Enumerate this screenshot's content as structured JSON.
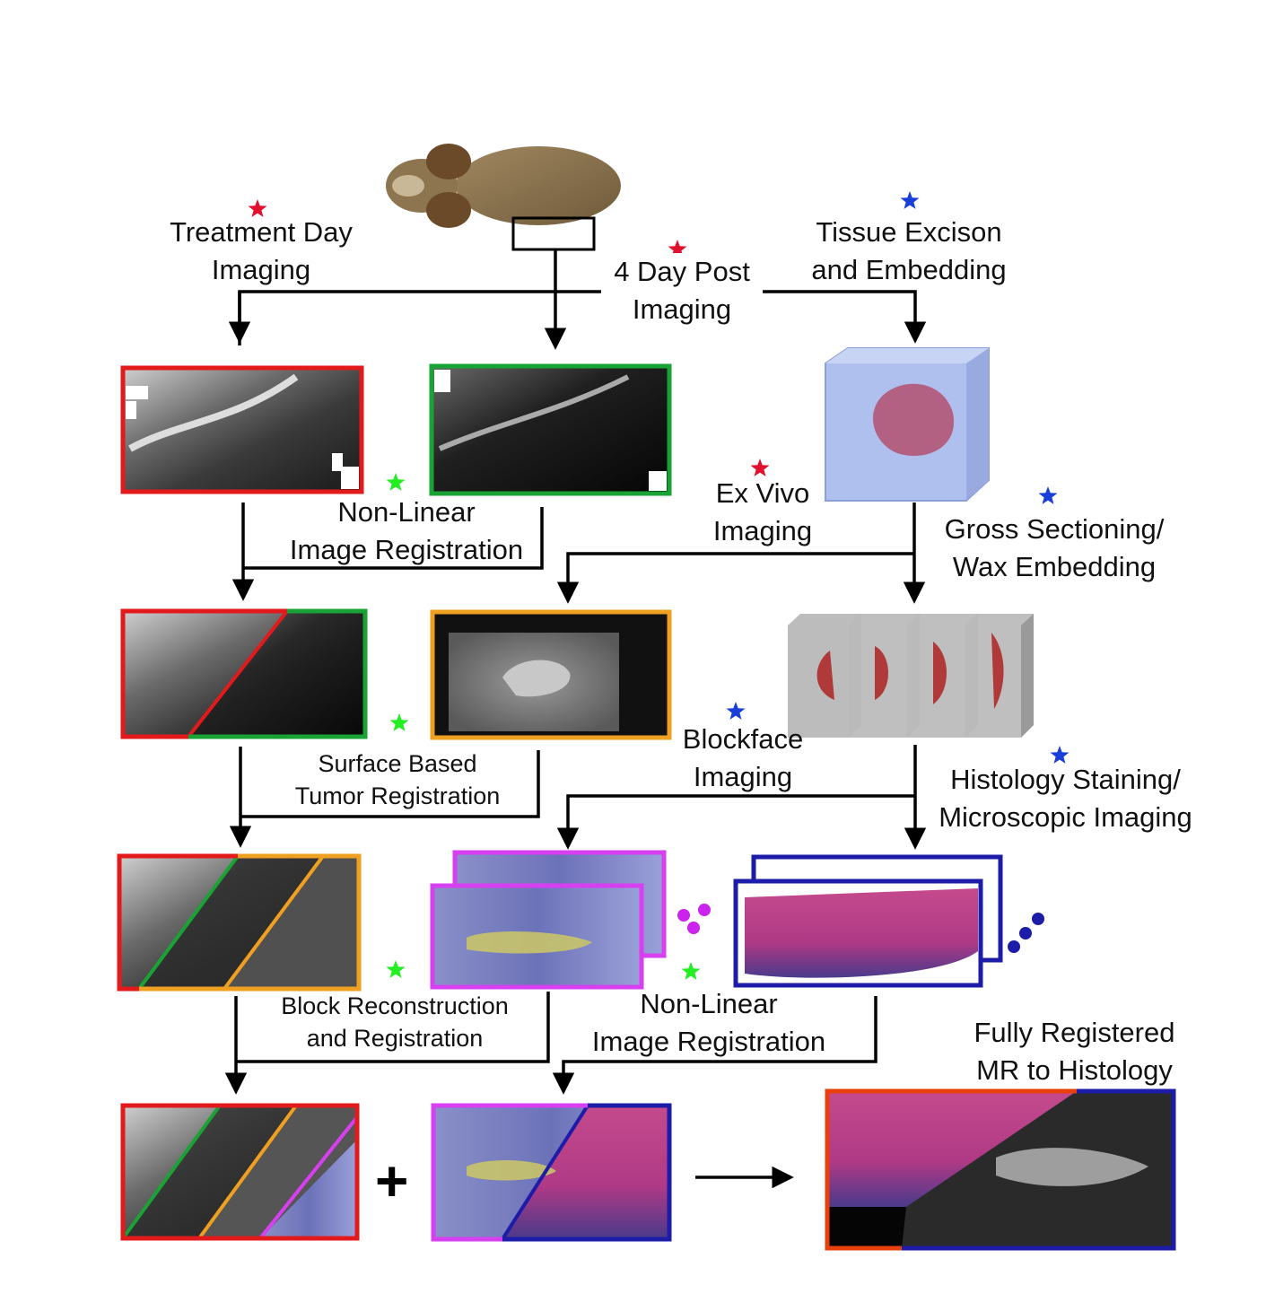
{
  "labels": {
    "treatment_day_imaging": [
      "Treatment Day",
      "Imaging"
    ],
    "four_day_post_imaging": [
      "4 Day Post",
      "Imaging"
    ],
    "tissue_excision": [
      "Tissue Excison",
      "and Embedding"
    ],
    "nonlinear_reg_1": [
      "Non-Linear",
      "Image Registration"
    ],
    "ex_vivo_imaging": [
      "Ex Vivo",
      "Imaging"
    ],
    "gross_sectioning": [
      "Gross Sectioning/",
      "Wax Embedding"
    ],
    "surface_based_reg": [
      "Surface Based",
      "Tumor Registration"
    ],
    "blockface_imaging": [
      "Blockface",
      "Imaging"
    ],
    "histology_staining": [
      "Histology Staining/",
      "Microscopic Imaging"
    ],
    "block_reconstruction": [
      "Block Reconstruction",
      "and Registration"
    ],
    "nonlinear_reg_2": [
      "Non-Linear",
      "Image Registration"
    ],
    "fully_registered": [
      "Fully Registered",
      "MR to Histology"
    ]
  },
  "plus_symbol": "+",
  "colors": {
    "treatment_day_frame": "#e31a1c",
    "four_day_post_frame": "#1aa335",
    "ex_vivo_frame": "#f0a020",
    "blockface_frame": "#d83ff0",
    "histology_frame": "#1c1ca8",
    "final_left_edge": "#e8400c",
    "star_in_vivo": "#e0102e",
    "star_tissue": "#1a3fd8",
    "star_registration": "#22ee22"
  }
}
